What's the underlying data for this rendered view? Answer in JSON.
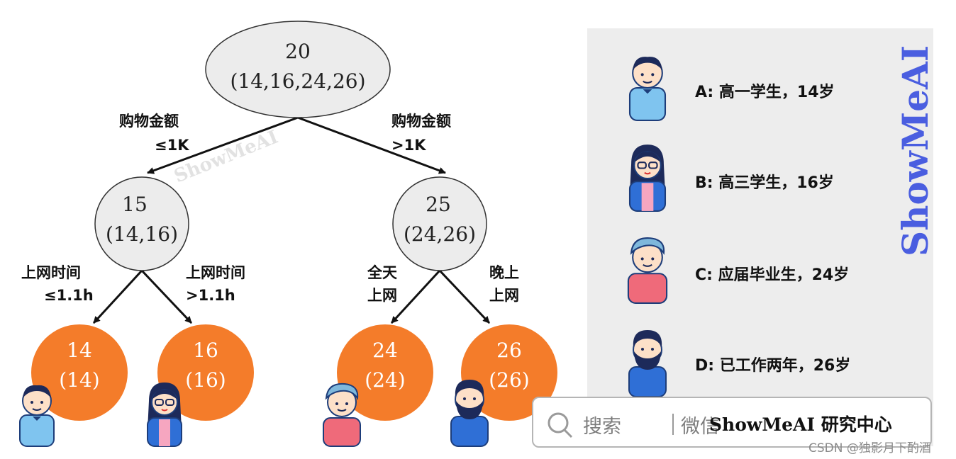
{
  "tree": {
    "root": {
      "value": "20",
      "members": "(14,16,24,26)"
    },
    "left": {
      "value": "15",
      "members": "(14,16)"
    },
    "right": {
      "value": "25",
      "members": "(24,26)"
    },
    "leaves": [
      {
        "value": "14",
        "members": "(14)",
        "person": "A"
      },
      {
        "value": "16",
        "members": "(16)",
        "person": "B"
      },
      {
        "value": "24",
        "members": "(24)",
        "person": "C"
      },
      {
        "value": "26",
        "members": "(26)",
        "person": "D"
      }
    ],
    "edge_labels": {
      "root_left": [
        "购物金额",
        "≤1K"
      ],
      "root_right": [
        "购物金额",
        ">1K"
      ],
      "left_ll": [
        "上网时间",
        "≤1.1h"
      ],
      "left_lr": [
        "上网时间",
        ">1.1h"
      ],
      "right_rl": [
        "全天",
        "上网"
      ],
      "right_rr": [
        "晚上",
        "上网"
      ]
    },
    "watermark": "ShowMeAI"
  },
  "colors": {
    "internal_node": "#ececec",
    "leaf_node": "#f47c2a",
    "panel": "#ededed",
    "brand_orange": "#f47c2a",
    "brand_blue": "#4a5ee0"
  },
  "legend": [
    {
      "id": "A",
      "text": "A: 高一学生，14岁",
      "icon": "student-boy-avatar"
    },
    {
      "id": "B",
      "text": "B: 高三学生，16岁",
      "icon": "student-girl-avatar"
    },
    {
      "id": "C",
      "text": "C: 应届毕业生，24岁",
      "icon": "graduate-avatar"
    },
    {
      "id": "D",
      "text": "D: 已工作两年，26岁",
      "icon": "bearded-worker-avatar"
    }
  ],
  "brand_vertical": "ShowMeAI",
  "search": {
    "label1": "搜索",
    "label2": "微信",
    "brand": "ShowMeAI 研究中心"
  },
  "credit": "CSDN @独影月下酌酒"
}
